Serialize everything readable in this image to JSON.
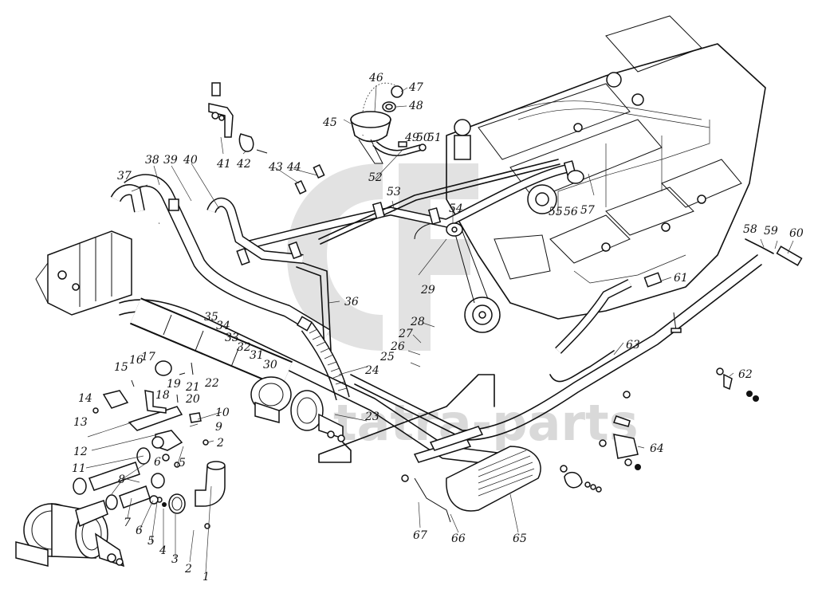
{
  "diagram": {
    "type": "exploded-parts-view",
    "subject": "Engine cooling / heater piping assembly",
    "watermark": {
      "text": "tatra-parts",
      "color": "#d9d9d9"
    },
    "callouts": [
      {
        "id": "1",
        "label": "1"
      },
      {
        "id": "2a",
        "label": "2"
      },
      {
        "id": "2b",
        "label": "2"
      },
      {
        "id": "3",
        "label": "3"
      },
      {
        "id": "4",
        "label": "4"
      },
      {
        "id": "5a",
        "label": "5"
      },
      {
        "id": "5b",
        "label": "5"
      },
      {
        "id": "6a",
        "label": "6"
      },
      {
        "id": "6b",
        "label": "6"
      },
      {
        "id": "7",
        "label": "7"
      },
      {
        "id": "8",
        "label": "8"
      },
      {
        "id": "9",
        "label": "9"
      },
      {
        "id": "10",
        "label": "10"
      },
      {
        "id": "11",
        "label": "11"
      },
      {
        "id": "12",
        "label": "12"
      },
      {
        "id": "13",
        "label": "13"
      },
      {
        "id": "14",
        "label": "14"
      },
      {
        "id": "15",
        "label": "15"
      },
      {
        "id": "16",
        "label": "16"
      },
      {
        "id": "17",
        "label": "17"
      },
      {
        "id": "18",
        "label": "18"
      },
      {
        "id": "19",
        "label": "19"
      },
      {
        "id": "20",
        "label": "20"
      },
      {
        "id": "21",
        "label": "21"
      },
      {
        "id": "22",
        "label": "22"
      },
      {
        "id": "23",
        "label": "23"
      },
      {
        "id": "24",
        "label": "24"
      },
      {
        "id": "25",
        "label": "25"
      },
      {
        "id": "26",
        "label": "26"
      },
      {
        "id": "27",
        "label": "27"
      },
      {
        "id": "28",
        "label": "28"
      },
      {
        "id": "29",
        "label": "29"
      },
      {
        "id": "30",
        "label": "30"
      },
      {
        "id": "31",
        "label": "31"
      },
      {
        "id": "32",
        "label": "32"
      },
      {
        "id": "33",
        "label": "33"
      },
      {
        "id": "34",
        "label": "34"
      },
      {
        "id": "35",
        "label": "35"
      },
      {
        "id": "36",
        "label": "36"
      },
      {
        "id": "37",
        "label": "37"
      },
      {
        "id": "38",
        "label": "38"
      },
      {
        "id": "39",
        "label": "39"
      },
      {
        "id": "40",
        "label": "40"
      },
      {
        "id": "41",
        "label": "41"
      },
      {
        "id": "42",
        "label": "42"
      },
      {
        "id": "43",
        "label": "43"
      },
      {
        "id": "44",
        "label": "44"
      },
      {
        "id": "45",
        "label": "45"
      },
      {
        "id": "46",
        "label": "46"
      },
      {
        "id": "47",
        "label": "47"
      },
      {
        "id": "48",
        "label": "48"
      },
      {
        "id": "49",
        "label": "49"
      },
      {
        "id": "50",
        "label": "50"
      },
      {
        "id": "51",
        "label": "51"
      },
      {
        "id": "52",
        "label": "52"
      },
      {
        "id": "53",
        "label": "53"
      },
      {
        "id": "54",
        "label": "54"
      },
      {
        "id": "55",
        "label": "55"
      },
      {
        "id": "56",
        "label": "56"
      },
      {
        "id": "57",
        "label": "57"
      },
      {
        "id": "58",
        "label": "58"
      },
      {
        "id": "59",
        "label": "59"
      },
      {
        "id": "60",
        "label": "60"
      },
      {
        "id": "61",
        "label": "61"
      },
      {
        "id": "62",
        "label": "62"
      },
      {
        "id": "63",
        "label": "63"
      },
      {
        "id": "64",
        "label": "64"
      },
      {
        "id": "65",
        "label": "65"
      },
      {
        "id": "66",
        "label": "66"
      },
      {
        "id": "67",
        "label": "67"
      }
    ]
  }
}
